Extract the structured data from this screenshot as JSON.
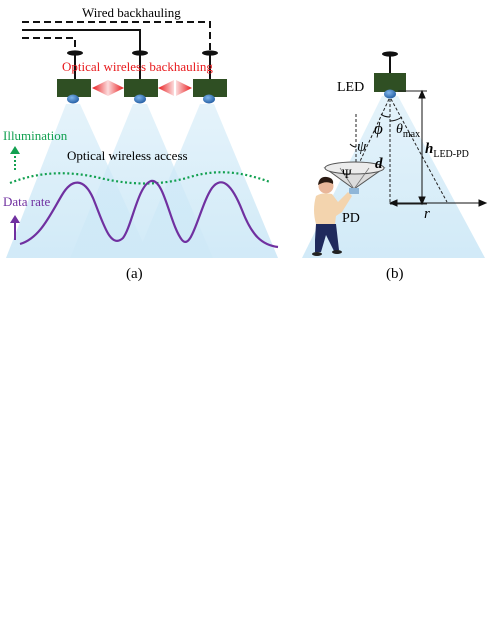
{
  "panel_a": {
    "caption": "(a)",
    "wired_label": "Wired backhauling",
    "optical_backhaul_label": "Optical wireless backhauling",
    "access_label": "Optical wireless access",
    "illumination_label": "Illumination",
    "data_rate_label": "Data rate"
  },
  "panel_b": {
    "caption": "(b)",
    "led_label": "LED",
    "pd_label": "PD",
    "phi": "ϕ",
    "theta": "θ",
    "theta_sub": "max",
    "psi_lower": "ψ",
    "psi_upper": "Ψ",
    "d": "d",
    "h": "h",
    "h_sub": "LED-PD",
    "r": "r"
  },
  "colors": {
    "light_cone": "#cfe9f7",
    "led_box": "#2f4f23",
    "led_lens": "#2b6cb0",
    "illumination": "#12a050",
    "data_rate": "#7030a0",
    "optical_link": "#e8191c"
  }
}
